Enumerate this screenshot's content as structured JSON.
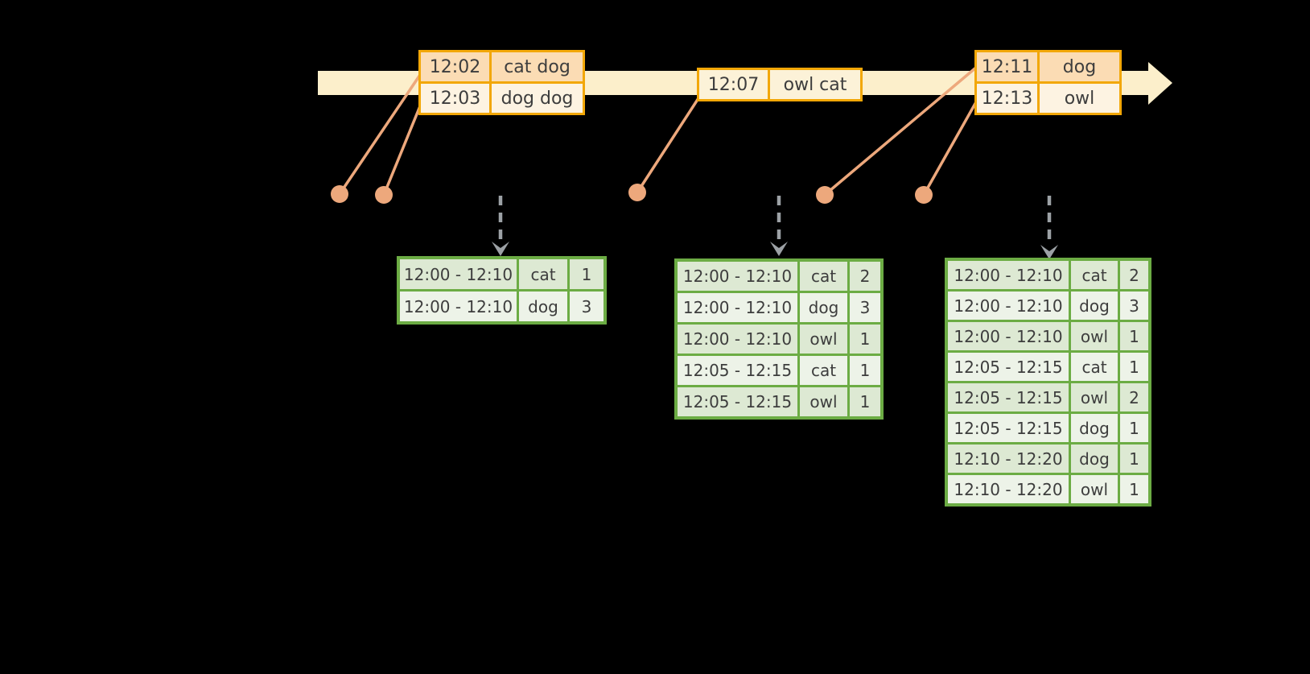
{
  "diagram": {
    "description": "Streaming windowed word-count timeline diagram",
    "colors": {
      "background": "#000000",
      "timeline_band": "#fcefcb",
      "event_table_border": "#f2a707",
      "event_row_dark": "#fbdcb4",
      "event_row_light": "#fdf3e2",
      "connector_orange": "#eda87c",
      "trigger_arrow_gray": "#9ca1a5",
      "result_table_border": "#6cac44",
      "result_row_dark": "#dde9d3",
      "result_row_light": "#edf3e8",
      "cell_text": "#3d3d3d"
    }
  },
  "event_tables": [
    {
      "rows": [
        [
          "12:02",
          "cat dog"
        ],
        [
          "12:03",
          "dog dog"
        ]
      ]
    },
    {
      "rows": [
        [
          "12:07",
          "owl cat"
        ]
      ]
    },
    {
      "rows": [
        [
          "12:11",
          "dog"
        ],
        [
          "12:13",
          "owl"
        ]
      ]
    }
  ],
  "result_tables": [
    {
      "rows": [
        [
          "12:00 - 12:10",
          "cat",
          "1"
        ],
        [
          "12:00 - 12:10",
          "dog",
          "3"
        ]
      ]
    },
    {
      "rows": [
        [
          "12:00 - 12:10",
          "cat",
          "2"
        ],
        [
          "12:00 - 12:10",
          "dog",
          "3"
        ],
        [
          "12:00 - 12:10",
          "owl",
          "1"
        ],
        [
          "12:05 - 12:15",
          "cat",
          "1"
        ],
        [
          "12:05 - 12:15",
          "owl",
          "1"
        ]
      ]
    },
    {
      "rows": [
        [
          "12:00 - 12:10",
          "cat",
          "2"
        ],
        [
          "12:00 - 12:10",
          "dog",
          "3"
        ],
        [
          "12:00 - 12:10",
          "owl",
          "1"
        ],
        [
          "12:05 - 12:15",
          "cat",
          "1"
        ],
        [
          "12:05 - 12:15",
          "owl",
          "2"
        ],
        [
          "12:05 - 12:15",
          "dog",
          "1"
        ],
        [
          "12:10 - 12:20",
          "dog",
          "1"
        ],
        [
          "12:10 - 12:20",
          "owl",
          "1"
        ]
      ]
    }
  ]
}
